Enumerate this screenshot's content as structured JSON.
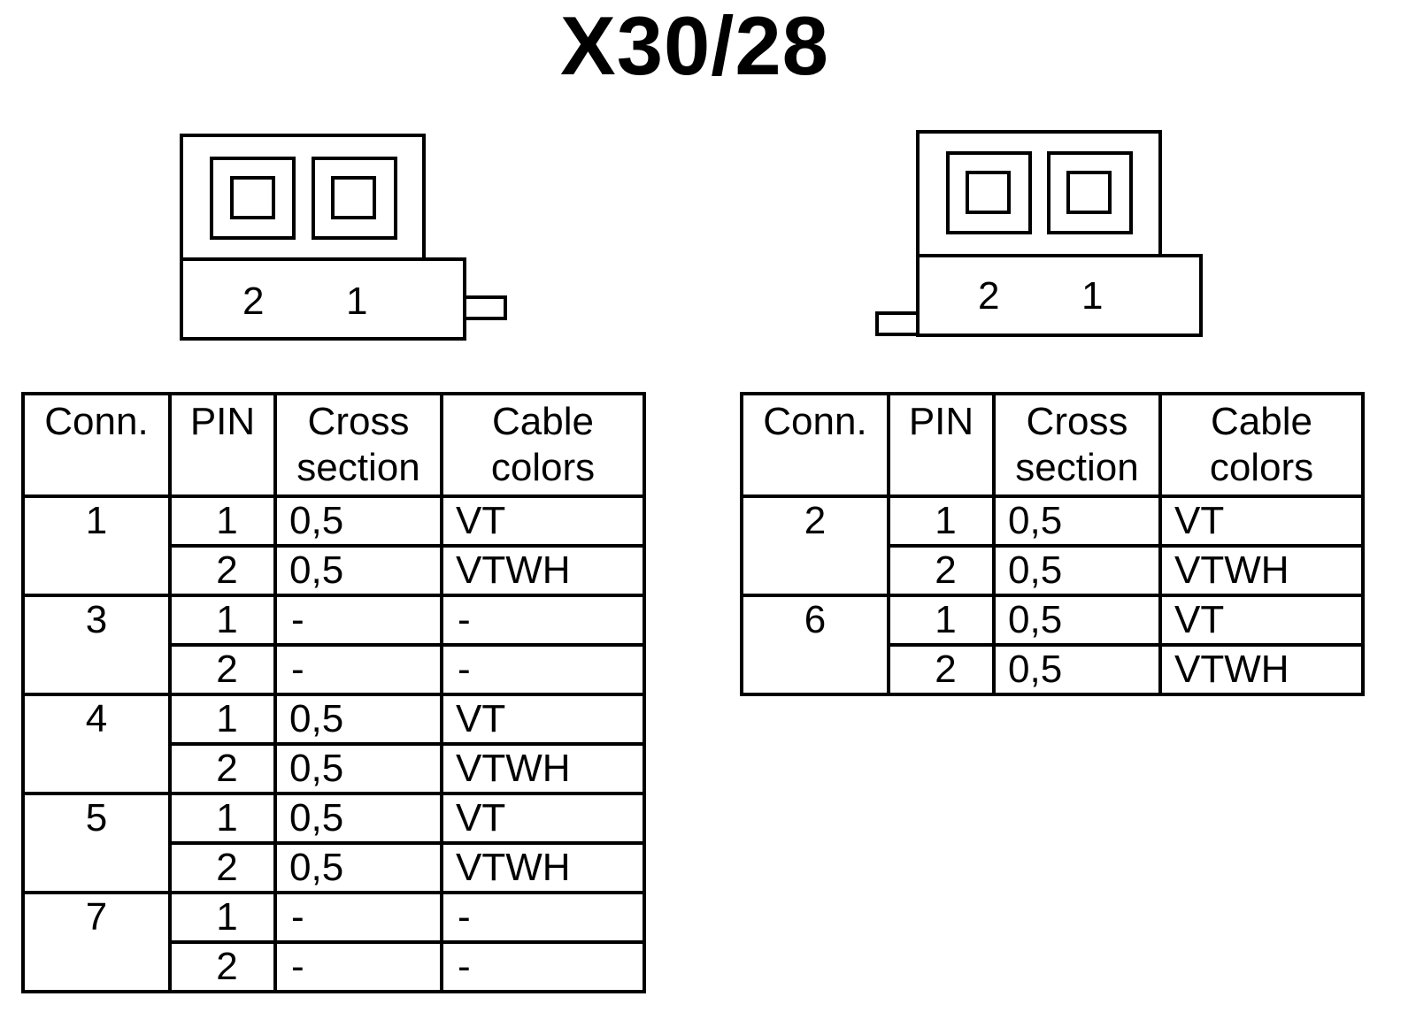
{
  "title": "X30/28",
  "connectors": {
    "left": {
      "pin_labels": [
        "2",
        "1"
      ]
    },
    "right": {
      "pin_labels": [
        "2",
        "1"
      ]
    }
  },
  "headers": {
    "conn": "Conn.",
    "pin": "PIN",
    "cross_line1": "Cross",
    "cross_line2": "section",
    "cable_line1": "Cable",
    "cable_line2": "colors"
  },
  "left_table": {
    "groups": [
      {
        "conn": "1",
        "rows": [
          {
            "pin": "1",
            "cross": "0,5",
            "color": "VT"
          },
          {
            "pin": "2",
            "cross": "0,5",
            "color": "VTWH"
          }
        ]
      },
      {
        "conn": "3",
        "rows": [
          {
            "pin": "1",
            "cross": "-",
            "color": "-"
          },
          {
            "pin": "2",
            "cross": "-",
            "color": "-"
          }
        ]
      },
      {
        "conn": "4",
        "rows": [
          {
            "pin": "1",
            "cross": "0,5",
            "color": "VT"
          },
          {
            "pin": "2",
            "cross": "0,5",
            "color": "VTWH"
          }
        ]
      },
      {
        "conn": "5",
        "rows": [
          {
            "pin": "1",
            "cross": "0,5",
            "color": "VT"
          },
          {
            "pin": "2",
            "cross": "0,5",
            "color": "VTWH"
          }
        ]
      },
      {
        "conn": "7",
        "rows": [
          {
            "pin": "1",
            "cross": "-",
            "color": "-"
          },
          {
            "pin": "2",
            "cross": "-",
            "color": "-"
          }
        ]
      }
    ]
  },
  "right_table": {
    "groups": [
      {
        "conn": "2",
        "rows": [
          {
            "pin": "1",
            "cross": "0,5",
            "color": "VT"
          },
          {
            "pin": "2",
            "cross": "0,5",
            "color": "VTWH"
          }
        ]
      },
      {
        "conn": "6",
        "rows": [
          {
            "pin": "1",
            "cross": "0,5",
            "color": "VT"
          },
          {
            "pin": "2",
            "cross": "0,5",
            "color": "VTWH"
          }
        ]
      }
    ]
  }
}
